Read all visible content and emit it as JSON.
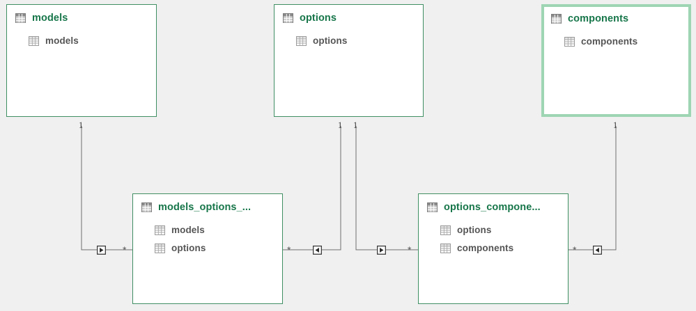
{
  "canvas": {
    "background": "#f0f0f0",
    "accent_border": "#3f8f63",
    "accent_title": "#17764a",
    "selected_border": "#9ed5b3",
    "field_text": "#555555",
    "connector_color": "#6e6e6e"
  },
  "entities": [
    {
      "id": "models",
      "title": "models",
      "icon": "table-icon",
      "selected": false,
      "fields": [
        {
          "name": "models",
          "icon": "table-field-icon"
        }
      ]
    },
    {
      "id": "options",
      "title": "options",
      "icon": "table-icon",
      "selected": false,
      "fields": [
        {
          "name": "options",
          "icon": "table-field-icon"
        }
      ]
    },
    {
      "id": "components",
      "title": "components",
      "icon": "table-icon",
      "selected": true,
      "fields": [
        {
          "name": "components",
          "icon": "table-field-icon"
        }
      ]
    },
    {
      "id": "models_options",
      "title": "models_options_...",
      "icon": "table-icon",
      "selected": false,
      "fields": [
        {
          "name": "models",
          "icon": "table-field-icon"
        },
        {
          "name": "options",
          "icon": "table-field-icon"
        }
      ]
    },
    {
      "id": "options_components",
      "title": "options_compone...",
      "icon": "table-icon",
      "selected": false,
      "fields": [
        {
          "name": "options",
          "icon": "table-field-icon"
        },
        {
          "name": "components",
          "icon": "table-field-icon"
        }
      ]
    }
  ],
  "relationships": [
    {
      "id": "models-to-models_options",
      "from": "models",
      "to": "models_options",
      "from_cardinality": "1",
      "to_cardinality": "*",
      "arrow_direction": "right"
    },
    {
      "id": "options-to-models_options",
      "from": "options",
      "to": "models_options",
      "from_cardinality": "1",
      "to_cardinality": "*",
      "arrow_direction": "left"
    },
    {
      "id": "options-to-options_components",
      "from": "options",
      "to": "options_components",
      "from_cardinality": "1",
      "to_cardinality": "*",
      "arrow_direction": "right"
    },
    {
      "id": "components-to-options_components",
      "from": "components",
      "to": "options_components",
      "from_cardinality": "1",
      "to_cardinality": "*",
      "arrow_direction": "left"
    }
  ]
}
